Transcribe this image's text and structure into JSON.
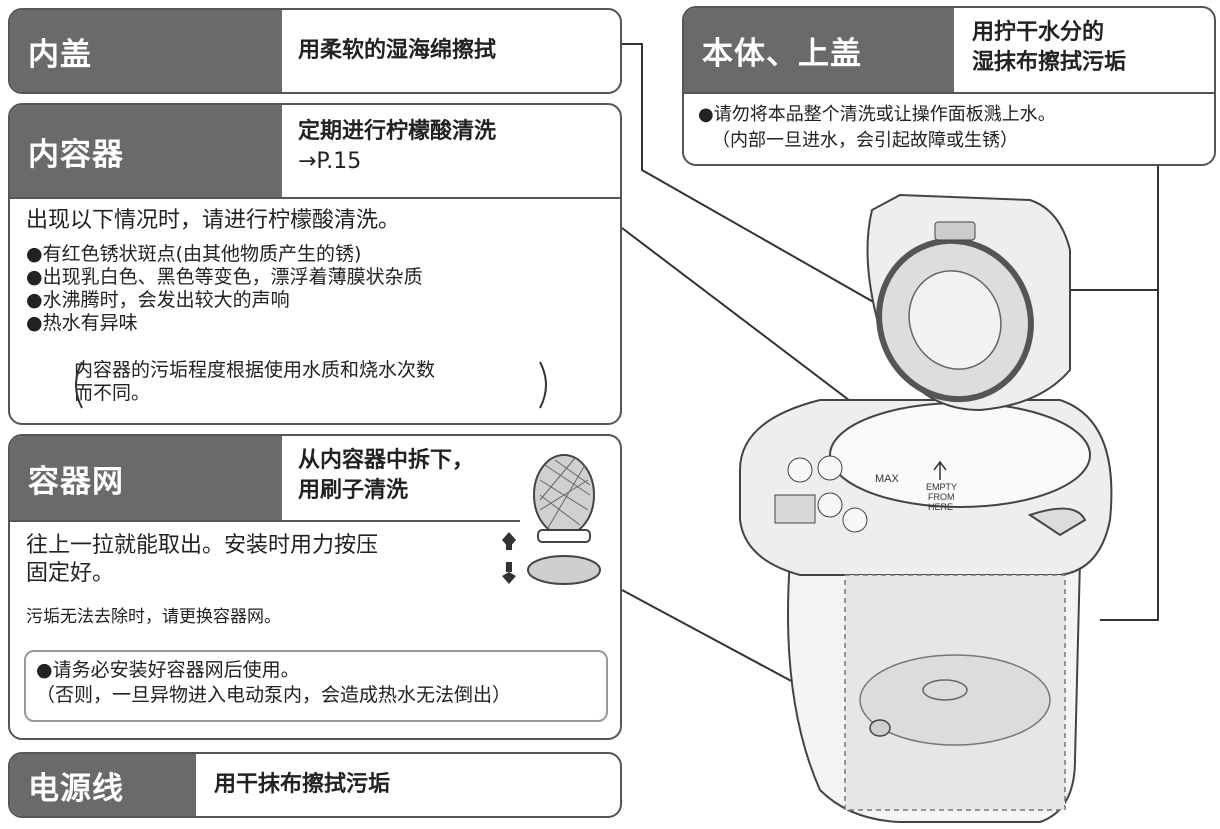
{
  "lid_inner": {
    "title": "内盖",
    "instruction": "用柔软的湿海绵擦拭"
  },
  "container": {
    "title": "内容器",
    "instruction_line1": "定期进行柠檬酸清洗",
    "instruction_line2": "→P.15",
    "lead": "出现以下情况时，请进行柠檬酸清洗。",
    "bullets": [
      "●有红色锈状斑点(由其他物质产生的锈)",
      "●出现乳白色、黑色等变色，漂浮着薄膜状杂质",
      "●水沸腾时，会发出较大的声响",
      "●热水有异味"
    ],
    "note_line1": "内容器的污垢程度根据使用水质和烧水次数",
    "note_line2": "而不同。"
  },
  "strainer": {
    "title": "容器网",
    "instruction_line1": "从内容器中拆下，",
    "instruction_line2": "用刷子清洗",
    "text_line1": "往上一拉就能取出。安装时用力按压",
    "text_line2": "固定好。",
    "text_small": "污垢无法去除时，请更换容器网。",
    "warning_line1": "●请务必安装好容器网后使用。",
    "warning_line2": "（否则，一旦异物进入电动泵内，会造成热水无法倒出）"
  },
  "power_cord": {
    "title": "电源线",
    "instruction": "用干抹布擦拭污垢"
  },
  "body_lid": {
    "title": "本体、上盖",
    "instruction_line1": "用拧干水分的",
    "instruction_line2": "湿抹布擦拭污垢",
    "note_line1": "●请勿将本品整个清洗或让操作面板溅上水。",
    "note_line2": "（内部一旦进水，会引起故障或生锈）"
  },
  "pot_labels": {
    "max": "MAX",
    "empty1": "EMPTY",
    "empty2": "FROM",
    "empty3": "HERE"
  },
  "colors": {
    "header_bg": "#6a6a6a",
    "border": "#555555",
    "illustration_fill": "#e6e6e6"
  }
}
